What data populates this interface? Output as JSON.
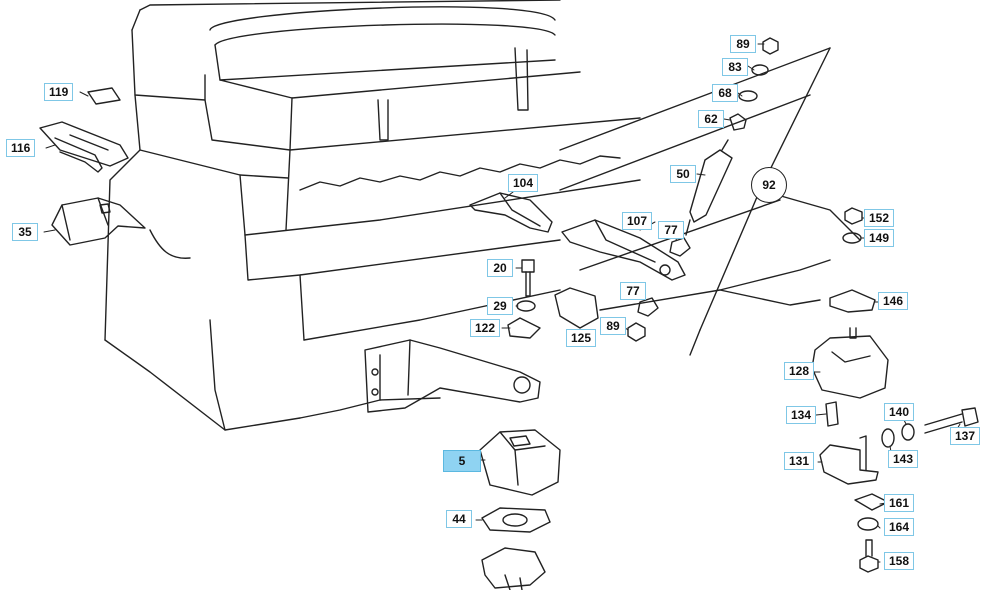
{
  "callouts": {
    "c89a": "89",
    "c83": "83",
    "c68": "68",
    "c62": "62",
    "c50": "50",
    "c92": "92",
    "c119": "119",
    "c116": "116",
    "c35": "35",
    "c104": "104",
    "c107": "107",
    "c77a": "77",
    "c152": "152",
    "c149": "149",
    "c20": "20",
    "c29": "29",
    "c122": "122",
    "c125": "125",
    "c77b": "77",
    "c89b": "89",
    "c146": "146",
    "c128": "128",
    "c134": "134",
    "c140": "140",
    "c137": "137",
    "c131": "131",
    "c143": "143",
    "c5": "5",
    "c44": "44",
    "c161": "161",
    "c164": "164",
    "c158": "158"
  },
  "active_callout": "5",
  "colors": {
    "callout_border": "#7fc7e6",
    "callout_active": "#8fd3f2",
    "line": "#222222"
  }
}
